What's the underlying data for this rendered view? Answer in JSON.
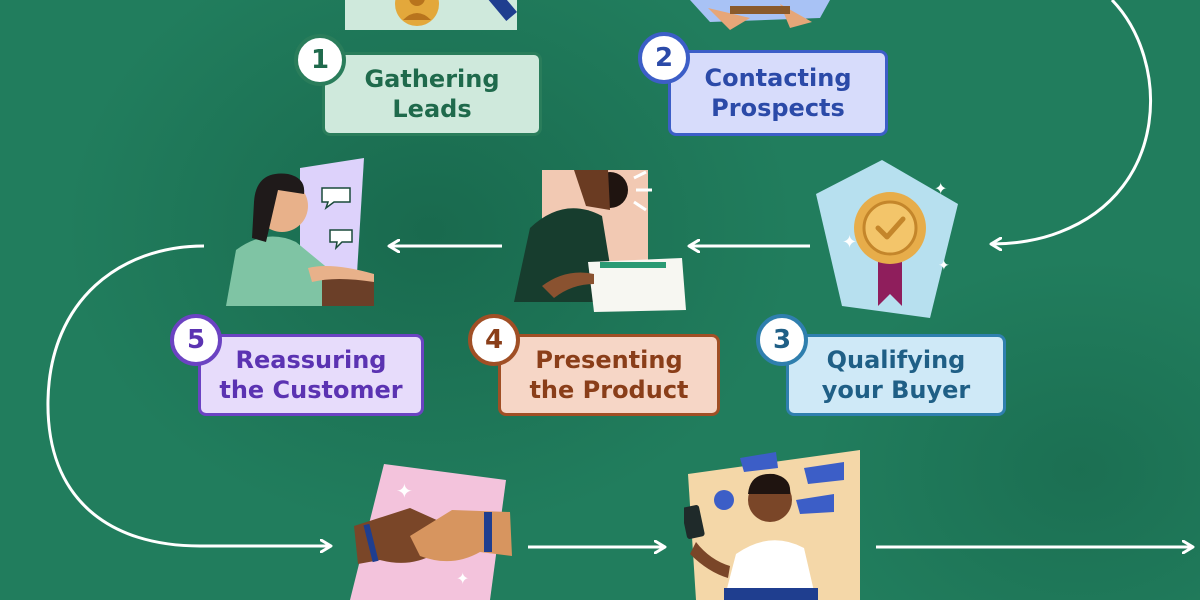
{
  "steps": [
    {
      "number": "1",
      "label": "Gathering\nLeads",
      "bg": "#cfe9dc",
      "fg": "#1f6a4c",
      "border": "#2a7d5b"
    },
    {
      "number": "2",
      "label": "Contacting\nProspects",
      "bg": "#d7dcfb",
      "fg": "#2b4aa8",
      "border": "#3c5ec7"
    },
    {
      "number": "3",
      "label": "Qualifying\nyour Buyer",
      "bg": "#cfe9f7",
      "fg": "#1f5f86",
      "border": "#2f7fae"
    },
    {
      "number": "4",
      "label": "Presenting\nthe Product",
      "bg": "#f6d6c6",
      "fg": "#8a3e19",
      "border": "#a04f25"
    },
    {
      "number": "5",
      "label": "Reassuring\nthe Customer",
      "bg": "#e7dcfb",
      "fg": "#5b33b2",
      "border": "#6b43c2"
    }
  ],
  "colors": {
    "background": "#217d5d",
    "arrow": "#ffffff"
  },
  "icons": [
    "avatar-card-icon",
    "megaphone-hands-icon",
    "badge-award-icon",
    "presenter-speaking-icon",
    "thinking-customer-icon",
    "handshake-icon",
    "phone-conversation-icon"
  ]
}
